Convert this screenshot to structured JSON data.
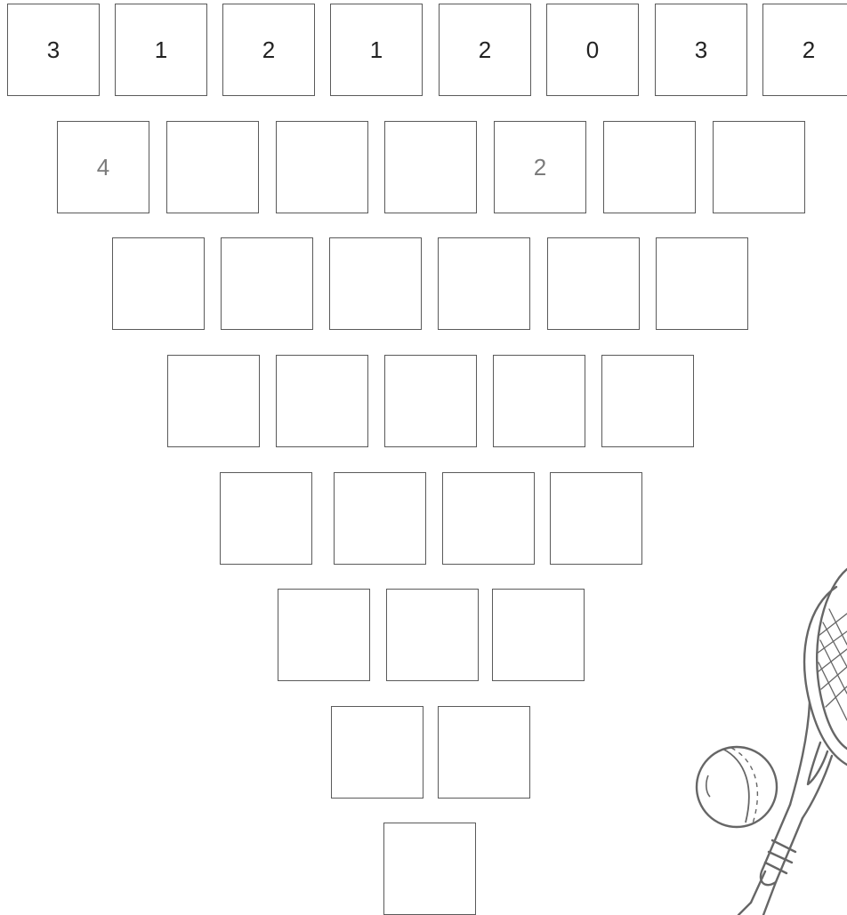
{
  "puzzle": {
    "rows": [
      {
        "cells": [
          "3",
          "1",
          "2",
          "1",
          "2",
          "0",
          "3",
          "2"
        ]
      },
      {
        "cells": [
          "4",
          "",
          "",
          "",
          "2",
          "",
          ""
        ]
      },
      {
        "cells": [
          "",
          "",
          "",
          "",
          "",
          ""
        ]
      },
      {
        "cells": [
          "",
          "",
          "",
          "",
          ""
        ]
      },
      {
        "cells": [
          "",
          "",
          "",
          ""
        ]
      },
      {
        "cells": [
          "",
          "",
          ""
        ]
      },
      {
        "cells": [
          "",
          ""
        ]
      },
      {
        "cells": [
          ""
        ]
      }
    ]
  },
  "colors": {
    "border": "#5a5a5a",
    "given_text": "#222222",
    "hint_text": "#7b7b7b",
    "illustration_stroke": "#666666"
  },
  "decoration": {
    "icons": [
      "tennis-racket-icon",
      "tennis-ball-icon"
    ]
  }
}
